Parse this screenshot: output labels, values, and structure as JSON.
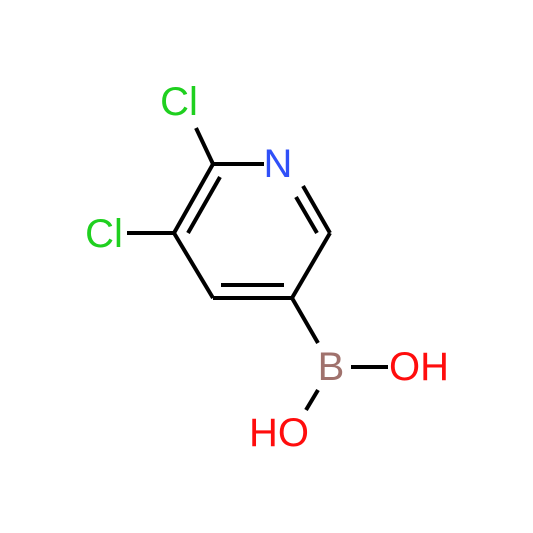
{
  "molecule": {
    "atoms": {
      "n": {
        "text": "N",
        "color": "#3050F8"
      },
      "cl_top": {
        "text": "Cl",
        "color": "#1FD01F"
      },
      "cl_left": {
        "text": "Cl",
        "color": "#1FD01F"
      },
      "b": {
        "text": "B",
        "color": "#A0726D"
      },
      "oh_right": {
        "text": "OH",
        "color": "#FF0D0D"
      },
      "oh_bottom": {
        "text": "HO",
        "color": "#FF0D0D"
      }
    },
    "bond_color": "#000000"
  }
}
